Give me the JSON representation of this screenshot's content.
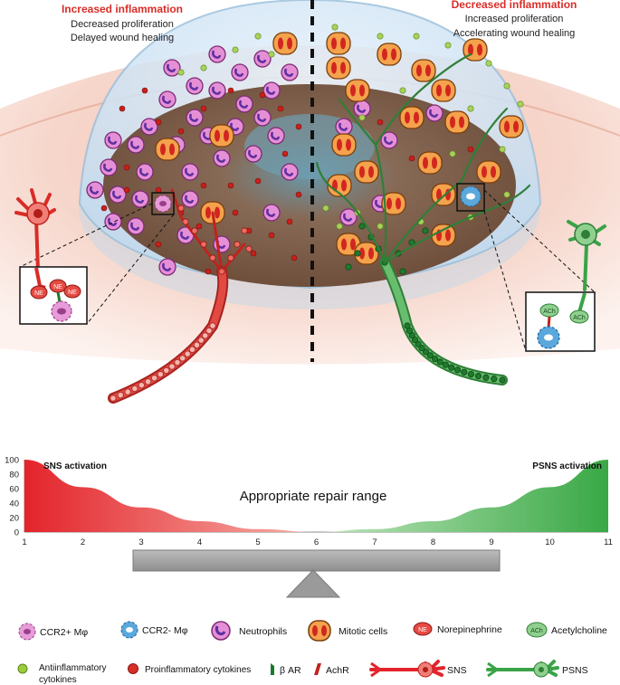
{
  "left_panel": {
    "heading": "Increased inflammation",
    "line1": "Decreased proliferation",
    "line2": "Delayed wound healing"
  },
  "right_panel": {
    "heading": "Decreased inflammation",
    "line1": "Increased proliferation",
    "line2": "Accelerating wound healing"
  },
  "insets": {
    "left_ne_label": "NE",
    "right_ach_label": "ACh"
  },
  "chart_data": {
    "type": "area",
    "left_label": "SNS activation",
    "right_label": "PSNS activation",
    "center_label": "Appropriate repair range",
    "yticks": [
      "100",
      "80",
      "60",
      "40",
      "20",
      "0"
    ],
    "xticks": [
      "1",
      "2",
      "3",
      "4",
      "5",
      "6",
      "7",
      "8",
      "9",
      "10",
      "11"
    ],
    "ylim": [
      0,
      100
    ],
    "xlim": [
      1,
      11
    ],
    "series": [
      {
        "name": "SNS activation",
        "color": "#e3242b",
        "x": [
          1,
          2,
          3,
          4,
          5,
          6
        ],
        "values": [
          100,
          62,
          34,
          15,
          4,
          0
        ]
      },
      {
        "name": "PSNS activation",
        "color": "#39a845",
        "x": [
          6,
          7,
          8,
          9,
          10,
          11
        ],
        "values": [
          0,
          4,
          15,
          34,
          62,
          100
        ]
      }
    ]
  },
  "legend": {
    "items": [
      {
        "label": "CCR2+ Mφ",
        "icon": "ccr2-plus-macrophage-icon"
      },
      {
        "label": "CCR2- Mφ",
        "icon": "ccr2-minus-macrophage-icon"
      },
      {
        "label": "Neutrophils",
        "icon": "neutrophil-icon"
      },
      {
        "label": "Mitotic cells",
        "icon": "mitotic-cell-icon"
      },
      {
        "label": "Norepinephrine",
        "icon": "norepinephrine-icon",
        "badge": "NE"
      },
      {
        "label": "Acetylcholine",
        "icon": "acetylcholine-icon",
        "badge": "ACh"
      },
      {
        "label": "Antiinflammatory",
        "label2": "cytokines",
        "icon": "antiinflammatory-cytokine-icon"
      },
      {
        "label": "Proinflammatory cytokines",
        "icon": "proinflammatory-cytokine-icon"
      },
      {
        "label": "β AR",
        "icon": "beta-ar-icon"
      },
      {
        "label": "AchR",
        "icon": "achr-icon"
      },
      {
        "label": "SNS",
        "icon": "sns-neuron-icon"
      },
      {
        "label": "PSNS",
        "icon": "psns-neuron-icon"
      }
    ]
  },
  "colors": {
    "red": "#d92d27",
    "green": "#3aa347",
    "neutrophil": "#e58fd6",
    "mitotic": "#f4a24c",
    "macrophage_plus": "#e79bd8",
    "macrophage_minus": "#5aa8dc"
  }
}
